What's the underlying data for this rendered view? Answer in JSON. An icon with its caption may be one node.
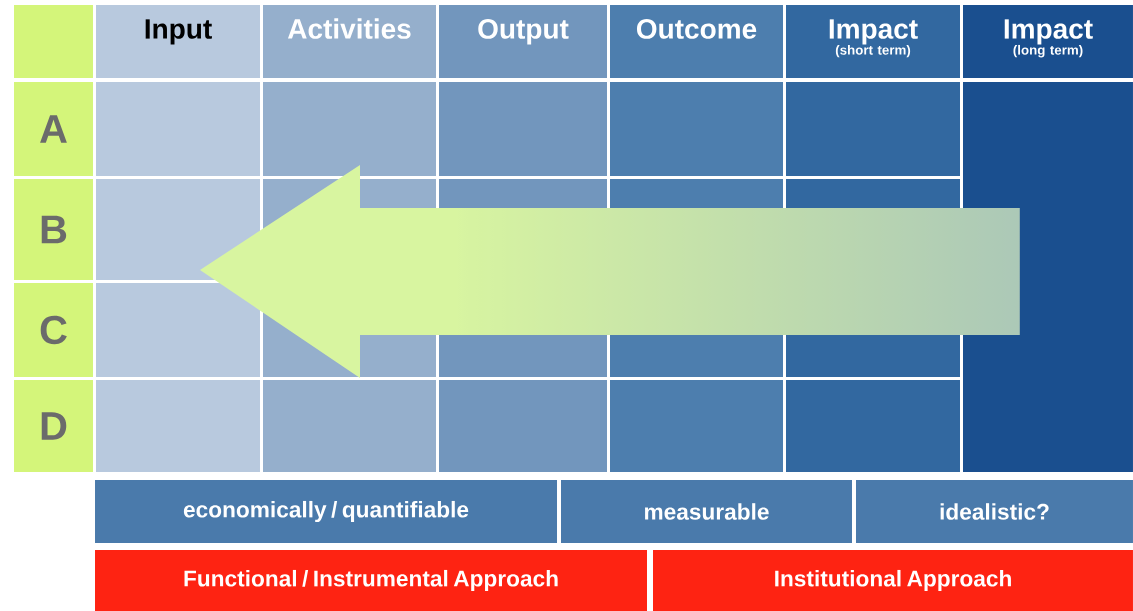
{
  "diagram": {
    "nodes": [
      {
        "text": [
          "Input"
        ]
      },
      {
        "text": [
          "Activities"
        ]
      },
      {
        "text": [
          "Output"
        ]
      },
      {
        "text": [
          "Outcome"
        ]
      },
      {
        "text": [
          "Impact",
          "(short term)"
        ]
      },
      {
        "text": [
          "Impact",
          "(long term)"
        ]
      },
      {
        "text": [
          "A"
        ]
      },
      {
        "text": [
          "B"
        ]
      },
      {
        "text": [
          "C"
        ]
      },
      {
        "text": [
          "D"
        ]
      },
      {
        "text": [
          "economically / quantifiable"
        ]
      },
      {
        "text": [
          "measurable"
        ]
      },
      {
        "text": [
          "idealistic?"
        ]
      },
      {
        "text": [
          "Functional / Instrumental Approach"
        ]
      },
      {
        "text": [
          "Institutional Approach"
        ]
      }
    ]
  }
}
